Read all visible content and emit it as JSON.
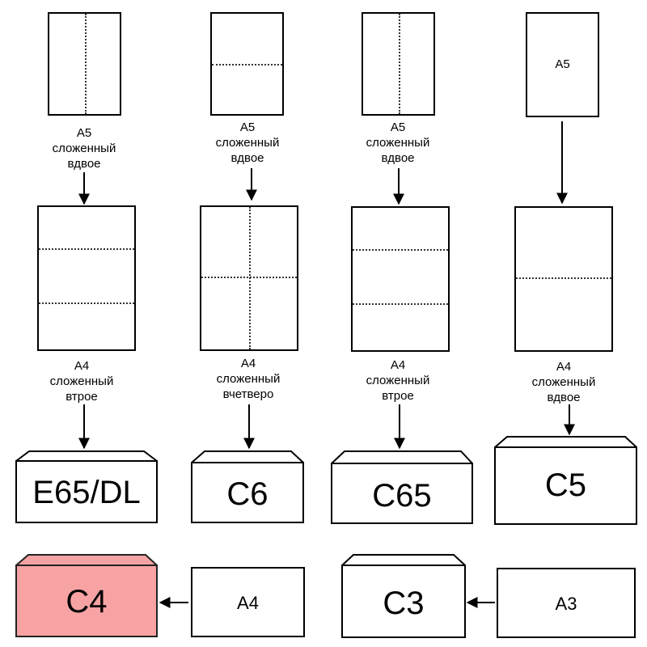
{
  "columns": [
    {
      "source_sheet": "",
      "source_caption": [
        "А5",
        "сложенный",
        "вдвое"
      ],
      "folded_caption": [
        "А4",
        "сложенный",
        "втрое"
      ],
      "envelope": "E65/DL"
    },
    {
      "source_sheet": "",
      "source_caption": [
        "А5",
        "сложенный",
        "вдвое"
      ],
      "folded_caption": [
        "А4",
        "сложенный",
        "вчетверо"
      ],
      "envelope": "C6"
    },
    {
      "source_sheet": "",
      "source_caption": [
        "А5",
        "сложенный",
        "вдвое"
      ],
      "folded_caption": [
        "А4",
        "сложенный",
        "втрое"
      ],
      "envelope": "C65"
    },
    {
      "source_sheet": "А5",
      "source_caption": [],
      "folded_caption": [
        "А4",
        "сложенный",
        "вдвое"
      ],
      "envelope": "C5"
    }
  ],
  "bottom_row": {
    "envelope_c4": "C4",
    "sheet_a4": "А4",
    "envelope_c3": "C3",
    "sheet_a3": "А3"
  },
  "colors": {
    "c4_fill": "#f7a3a3",
    "line": "#000000"
  }
}
